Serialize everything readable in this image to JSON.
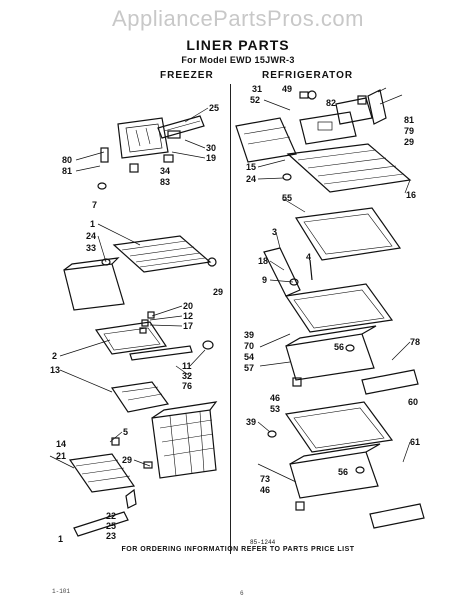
{
  "watermark": "AppliancePartsPros.com",
  "title": "LINER PARTS",
  "model": "For Model EWD 15JWR-3",
  "sections": {
    "freezer": "FREEZER",
    "refrigerator": "REFRIGERATOR"
  },
  "callouts": {
    "f_25": "25",
    "f_80": "80",
    "f_81": "81",
    "f_30": "30",
    "f_19": "19",
    "f_34": "34",
    "f_83": "83",
    "f_7": "7",
    "f_1": "1",
    "f_24": "24",
    "f_33": "33",
    "f_29a": "29",
    "f_20": "20",
    "f_12": "12",
    "f_17": "17",
    "f_2": "2",
    "f_11": "11",
    "f_32": "32",
    "f_76": "76",
    "f_13": "13",
    "f_5": "5",
    "f_14": "14",
    "f_21": "21",
    "f_29b": "29",
    "f_22": "22",
    "f_25b": "25",
    "f_23": "23",
    "f_1b": "1",
    "r_31": "31",
    "r_49": "49",
    "r_52": "52",
    "r_82": "82",
    "r_81": "81",
    "r_79": "79",
    "r_29": "29",
    "r_15": "15",
    "r_24": "24",
    "r_16": "16",
    "r_55": "55",
    "r_3": "3",
    "r_18": "18",
    "r_4": "4",
    "r_9": "9",
    "r_39a": "39",
    "r_70": "70",
    "r_54": "54",
    "r_56a": "56",
    "r_57": "57",
    "r_78": "78",
    "r_46a": "46",
    "r_53": "53",
    "r_60": "60",
    "r_39b": "39",
    "r_56b": "56",
    "r_73": "73",
    "r_46b": "46",
    "r_61": "61"
  },
  "doc_id": "85-1244",
  "ordering_note": "FOR ORDERING INFORMATION REFER TO PARTS PRICE LIST",
  "corner_mark": "1-101",
  "page_mark": "6"
}
